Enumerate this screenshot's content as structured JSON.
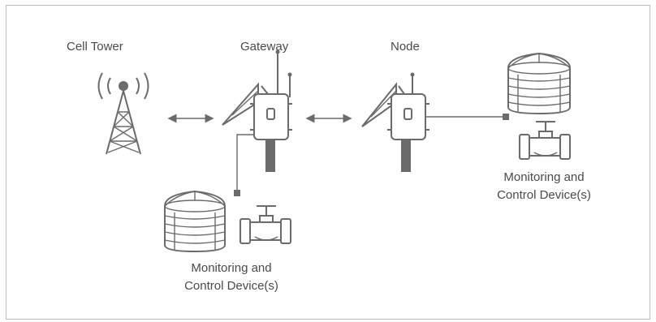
{
  "labels": {
    "cell_tower": "Cell Tower",
    "gateway": "Gateway",
    "node": "Node"
  },
  "captions": {
    "left_line1": "Monitoring and",
    "left_line2": "Control Device(s)",
    "right_line1": "Monitoring and",
    "right_line2": "Control Device(s)"
  },
  "colors": {
    "ink": "#6b6b6b",
    "text": "#4a4a4a",
    "border": "#bdbdbd"
  }
}
